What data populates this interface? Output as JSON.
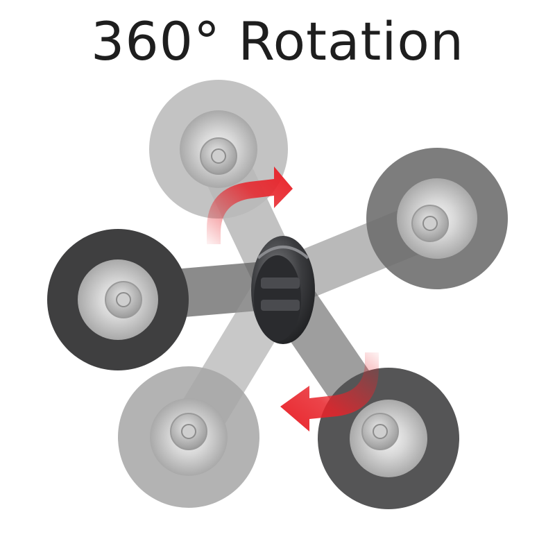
{
  "headline": {
    "text": "360° Rotation"
  },
  "colors": {
    "background": "#ffffff",
    "text": "#1e1e1e",
    "arrow": "#e8232a",
    "hub": "#2f3033"
  },
  "scene": {
    "description_icons": [
      "suction-cup",
      "rotation-arrow"
    ]
  }
}
